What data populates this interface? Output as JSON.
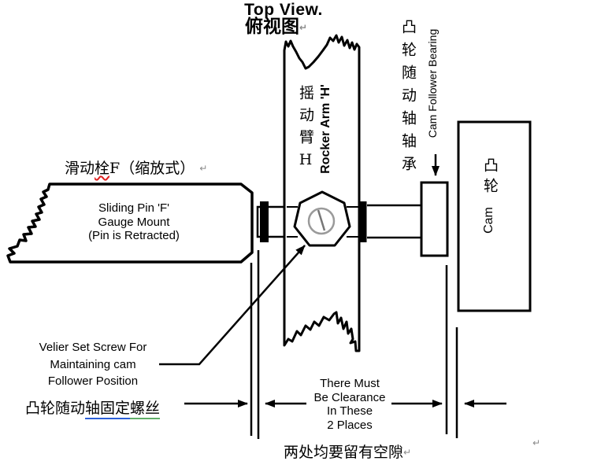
{
  "title": {
    "en": "Top View.",
    "zh": "俯视图"
  },
  "marks": {
    "return": "↵"
  },
  "rocker_arm": {
    "zh": "摇动臂H",
    "en": "Rocker Arm 'H'"
  },
  "bearing": {
    "zh": "凸轮随动轴轴承",
    "en": "Cam Follower Bearing"
  },
  "cam": {
    "zh": "凸轮",
    "en": "Cam"
  },
  "sliding_pin": {
    "label_zh": {
      "part1": "滑动",
      "part2": "栓",
      "part3": "F（缩放式）"
    },
    "lines": [
      "Sliding Pin 'F'",
      "Gauge Mount",
      "(Pin is Retracted)"
    ]
  },
  "set_screw": {
    "lines": [
      "Velier Set Screw For",
      "Maintaining cam",
      "Follower Position"
    ],
    "label_zh": {
      "part1": "凸轮随动",
      "part2": "轴固定",
      "part3": "螺丝"
    }
  },
  "clearance": {
    "lines": [
      "There Must",
      "Be Clearance",
      "In These",
      "2 Places"
    ],
    "label_zh": "两处均要留有空隙"
  },
  "colors": {
    "ink": "#000000",
    "spellcheck_red": "#e02020",
    "underline_blue": "#2b5fd9",
    "underline_green": "#5fae68",
    "return_mark_gray": "#8a8a8a"
  }
}
